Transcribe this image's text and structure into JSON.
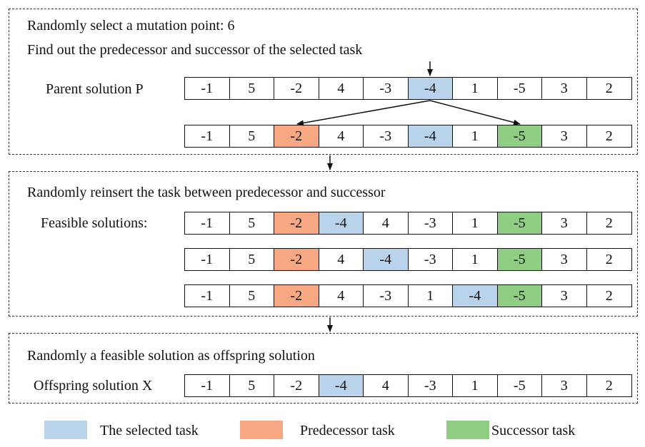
{
  "colors": {
    "selected": "#b9d3ea",
    "predecessor": "#f7a883",
    "successor": "#8fcd83"
  },
  "panel1": {
    "line1": "Randomly select a mutation point: 6",
    "line2": "Find out the predecessor and successor of the selected task",
    "parent_label": "Parent solution P",
    "parent_row": [
      "-1",
      "5",
      "-2",
      "4",
      "-3",
      "-4",
      "1",
      "-5",
      "3",
      "2"
    ],
    "marked_row": [
      "-1",
      "5",
      "-2",
      "4",
      "-3",
      "-4",
      "1",
      "-5",
      "3",
      "2"
    ]
  },
  "panel2": {
    "title": "Randomly reinsert the task between predecessor and successor",
    "feasible_label": "Feasible solutions:",
    "rows": [
      [
        "-1",
        "5",
        "-2",
        "-4",
        "4",
        "-3",
        "1",
        "-5",
        "3",
        "2"
      ],
      [
        "-1",
        "5",
        "-2",
        "4",
        "-4",
        "-3",
        "1",
        "-5",
        "3",
        "2"
      ],
      [
        "-1",
        "5",
        "-2",
        "4",
        "-3",
        "1",
        "-4",
        "-5",
        "3",
        "2"
      ]
    ]
  },
  "panel3": {
    "title": "Randomly a feasible solution as offspring solution",
    "offspring_label": "Offspring solution X",
    "offspring_row": [
      "-1",
      "5",
      "-2",
      "-4",
      "4",
      "-3",
      "1",
      "-5",
      "3",
      "2"
    ]
  },
  "legend": {
    "selected_label": "The selected task",
    "predecessor_label": "Predecessor task",
    "successor_label": "Successor task"
  }
}
